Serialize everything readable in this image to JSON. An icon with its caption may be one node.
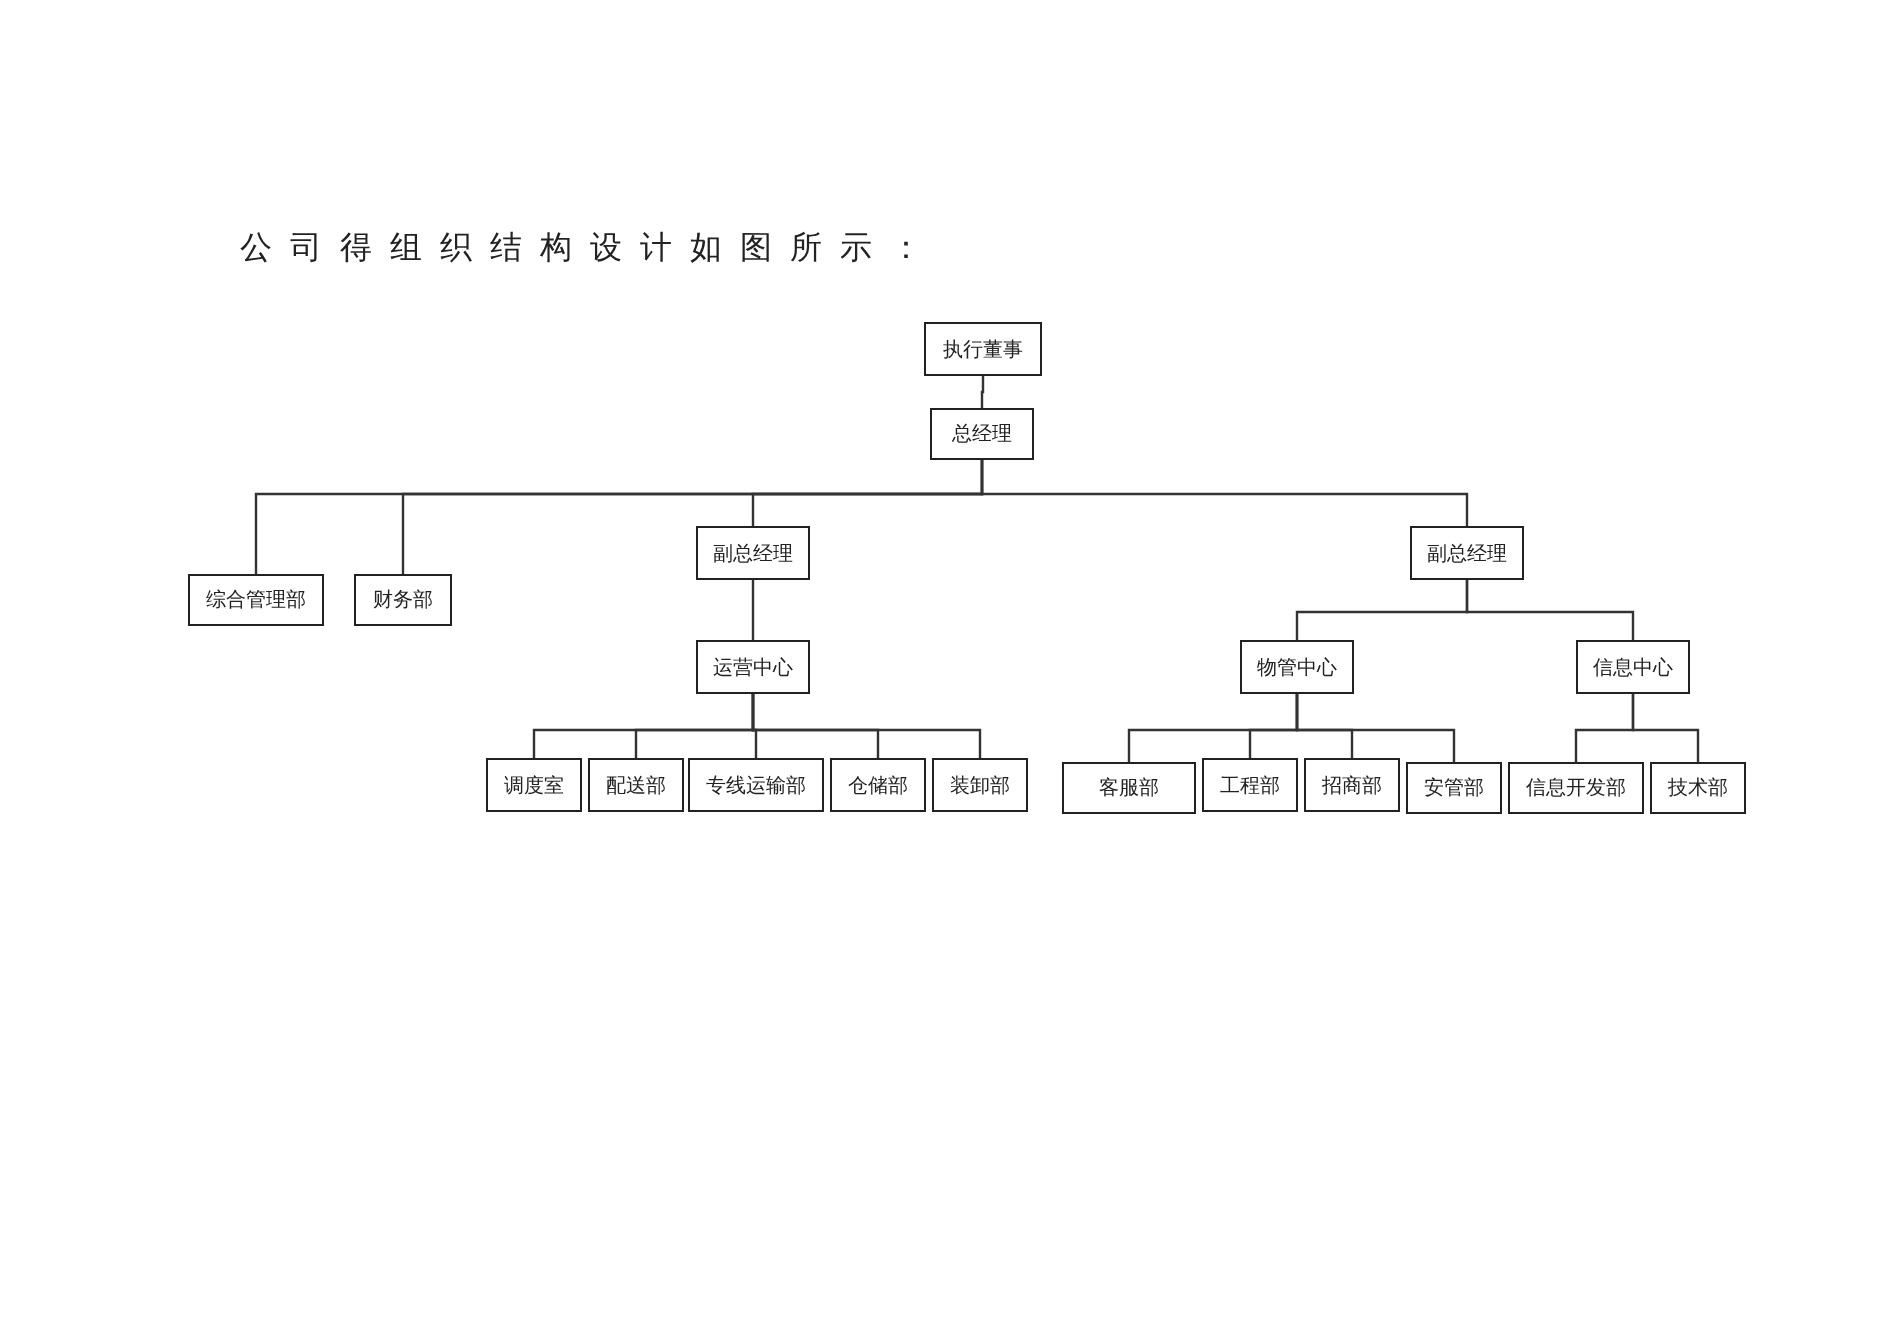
{
  "diagram": {
    "title": "公司得组织结构设计如图所示：",
    "nodes": [
      {
        "text": [
          "执行董事"
        ]
      },
      {
        "text": [
          "总经理"
        ]
      },
      {
        "text": [
          "综合管理部"
        ]
      },
      {
        "text": [
          "财务部"
        ]
      },
      {
        "text": [
          "副总经理"
        ]
      },
      {
        "text": [
          "副总经理"
        ]
      },
      {
        "text": [
          "运营中心"
        ]
      },
      {
        "text": [
          "调度室"
        ]
      },
      {
        "text": [
          "配送部"
        ]
      },
      {
        "text": [
          "专线运输部"
        ]
      },
      {
        "text": [
          "仓储部"
        ]
      },
      {
        "text": [
          "装卸部"
        ]
      },
      {
        "text": [
          "物管中心"
        ]
      },
      {
        "text": [
          "信息中心"
        ]
      },
      {
        "text": [
          "客服部"
        ]
      },
      {
        "text": [
          "工程部"
        ]
      },
      {
        "text": [
          "招商部"
        ]
      },
      {
        "text": [
          "安管部"
        ]
      },
      {
        "text": [
          "信息开发部"
        ]
      },
      {
        "text": [
          "技术部"
        ]
      }
    ],
    "edges": [
      {
        "from": 0,
        "to": 1,
        "arrow": "none"
      },
      {
        "from": 1,
        "to": 2,
        "arrow": "none"
      },
      {
        "from": 1,
        "to": 3,
        "arrow": "none"
      },
      {
        "from": 1,
        "to": 4,
        "arrow": "none"
      },
      {
        "from": 1,
        "to": 5,
        "arrow": "none"
      },
      {
        "from": 4,
        "to": 6,
        "arrow": "none"
      },
      {
        "from": 6,
        "to": 7,
        "arrow": "none"
      },
      {
        "from": 6,
        "to": 8,
        "arrow": "none"
      },
      {
        "from": 6,
        "to": 9,
        "arrow": "none"
      },
      {
        "from": 6,
        "to": 10,
        "arrow": "none"
      },
      {
        "from": 6,
        "to": 11,
        "arrow": "none"
      },
      {
        "from": 5,
        "to": 12,
        "arrow": "none"
      },
      {
        "from": 5,
        "to": 13,
        "arrow": "none"
      },
      {
        "from": 12,
        "to": 14,
        "arrow": "none"
      },
      {
        "from": 12,
        "to": 15,
        "arrow": "none"
      },
      {
        "from": 12,
        "to": 16,
        "arrow": "none"
      },
      {
        "from": 12,
        "to": 17,
        "arrow": "none"
      },
      {
        "from": 13,
        "to": 18,
        "arrow": "none"
      },
      {
        "from": 13,
        "to": 19,
        "arrow": "none"
      }
    ]
  }
}
